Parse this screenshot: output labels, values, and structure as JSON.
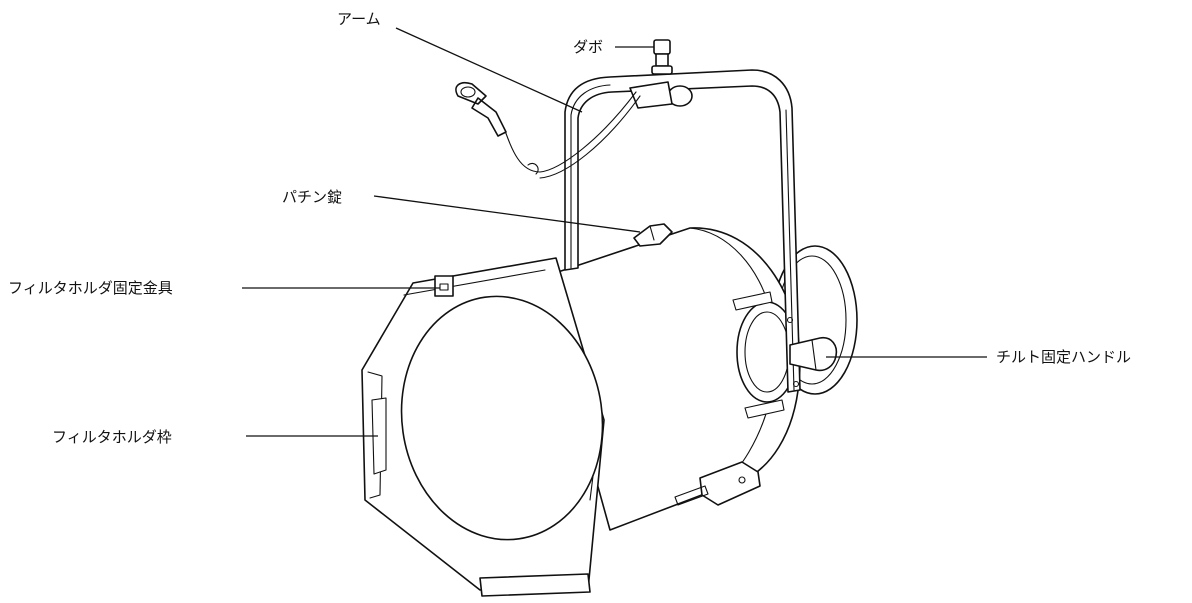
{
  "labels": {
    "arm": "アーム",
    "dowel": "ダボ",
    "latch": "パチン錠",
    "filter_holder_bracket": "フィルタホルダ固定金具",
    "filter_holder_frame": "フィルタホルダ枠",
    "tilt_handle": "チルト固定ハンドル"
  }
}
